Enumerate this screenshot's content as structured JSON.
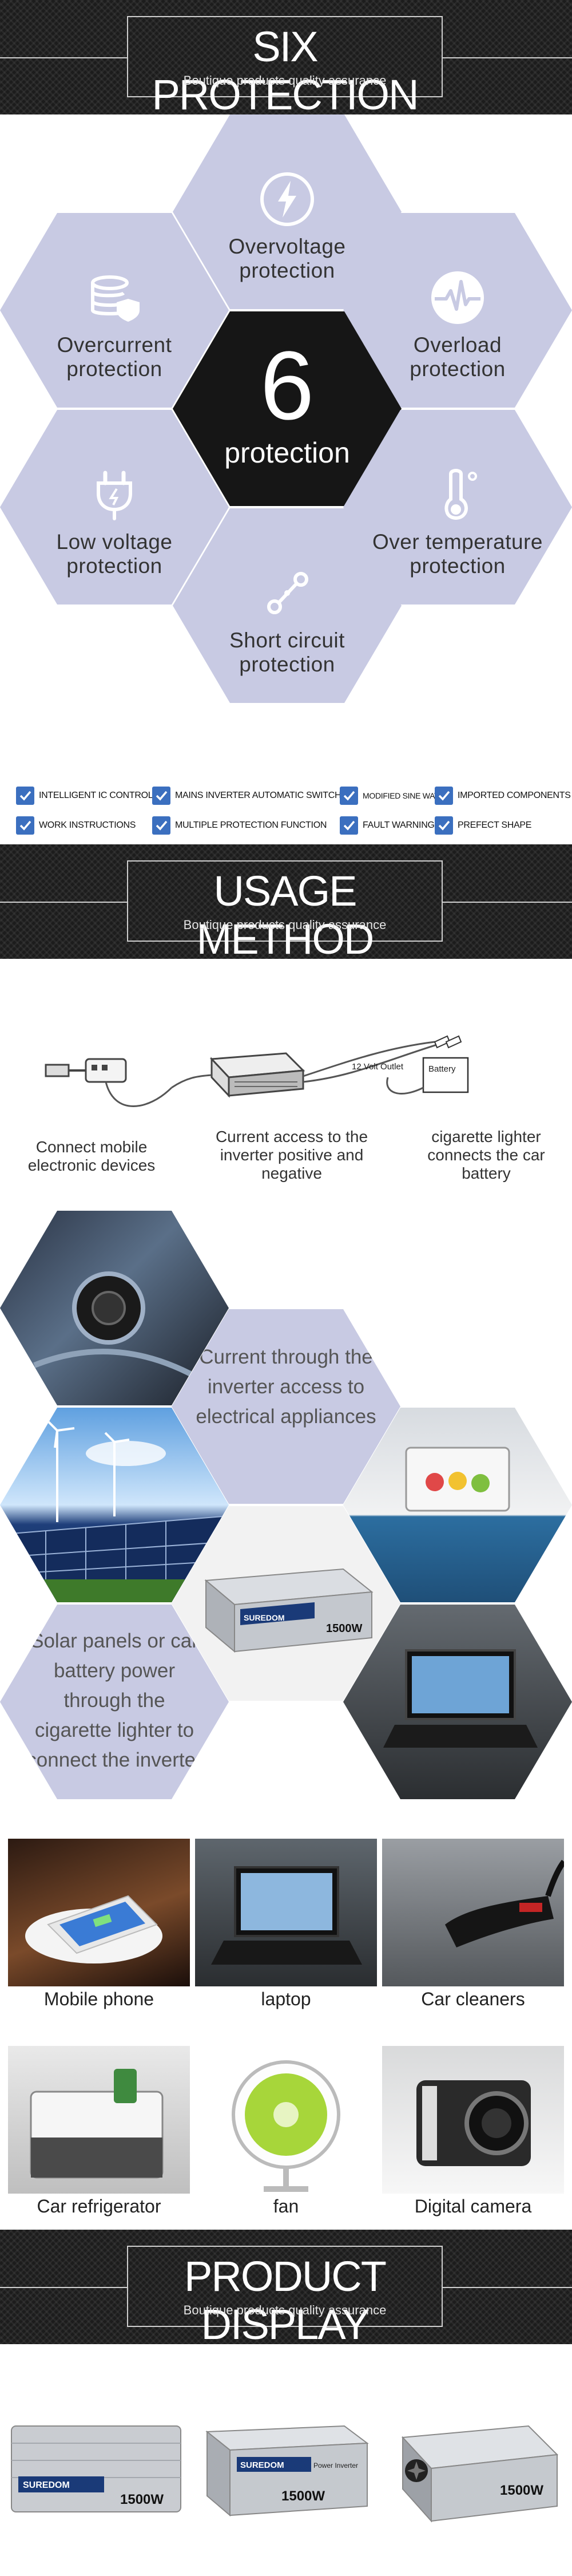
{
  "sections": {
    "protection": {
      "title": "SIX PROTECTION",
      "subtitle": "Boutique products quality assurance"
    },
    "usage": {
      "title": "USAGE METHOD",
      "subtitle": "Boutique products quality assurance"
    },
    "display": {
      "title": "PRODUCT DISPLAY",
      "subtitle": "Boutique products quality assurance"
    }
  },
  "protection": {
    "center_number": "6",
    "center_label": "protection",
    "items": [
      {
        "label": "Overvoltage protection",
        "icon": "lightning-bolt-icon"
      },
      {
        "label": "Overcurrent protection",
        "icon": "database-shield-icon"
      },
      {
        "label": "Overload protection",
        "icon": "pulse-wave-icon"
      },
      {
        "label": "Low voltage protection",
        "icon": "power-plug-icon"
      },
      {
        "label": "Over temperature protection",
        "icon": "thermometer-icon"
      },
      {
        "label": "Short circuit protection",
        "icon": "circuit-nodes-icon"
      }
    ]
  },
  "features": [
    "INTELLIGENT IC CONTROL",
    "MAINS INVERTER AUTOMATIC SWITCH",
    "MODIFIED SINE WAVE",
    "IMPORTED COMPONENTS",
    "WORK INSTRUCTIONS",
    "MULTIPLE PROTECTION FUNCTION",
    "FAULT WARNING",
    "PREFECT SHAPE"
  ],
  "usage": {
    "diagram_labels": {
      "outlet": "12 Volt Outlet",
      "battery": "Battery"
    },
    "steps": [
      "Connect mobile electronic devices",
      "Current access to the inverter positive and negative",
      "cigarette lighter connects the car battery"
    ],
    "hex_text_1": "Current through the inverter access to electrical appliances",
    "hex_text_2": "Solar panels or car battery power through the cigarette lighter to connect the inverter",
    "inverter_label": "1500W",
    "brand": "SUREDOM"
  },
  "appliances": [
    {
      "label": "Mobile phone"
    },
    {
      "label": "laptop"
    },
    {
      "label": "Car cleaners"
    },
    {
      "label": "Car refrigerator"
    },
    {
      "label": "fan"
    },
    {
      "label": "Digital camera"
    }
  ],
  "product_display": {
    "power_label": "1500W",
    "brand": "SUREDOM",
    "caption": "Power Inverter"
  },
  "colors": {
    "hex_fill": "#c8cae3",
    "dark": "#161616",
    "check_blue": "#3b6fbf",
    "text": "#333333"
  }
}
